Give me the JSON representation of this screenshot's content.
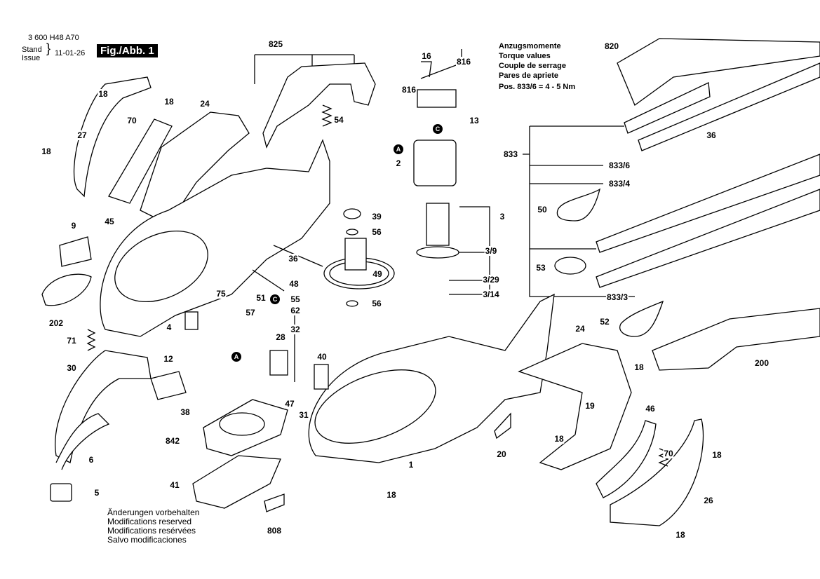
{
  "header": {
    "part_number": "3 600 H48 A70",
    "stand_label": "Stand",
    "issue_label": "Issue",
    "date": "11-01-26",
    "figure_label": "Fig./Abb. 1"
  },
  "torque_note": {
    "lines": [
      "Anzugsmomente",
      "Torque values",
      "Couple de serrage",
      "Pares de apriete"
    ],
    "spec": "Pos. 833/6 = 4 - 5 Nm"
  },
  "footer_note": {
    "lines": [
      "Änderungen vorbehalten",
      "Modifications reserved",
      "Modifications resérvées",
      "Salvo modificaciones"
    ]
  },
  "markers": [
    "A",
    "C",
    "C",
    "A"
  ],
  "callouts": [
    "825",
    "16",
    "816",
    "816",
    "13",
    "2",
    "820",
    "36",
    "833",
    "833/6",
    "833/4",
    "50",
    "3",
    "3/9",
    "3/29",
    "3/14",
    "53",
    "833/3",
    "39",
    "56",
    "49",
    "56",
    "52",
    "200",
    "18",
    "27",
    "70",
    "18",
    "24",
    "54",
    "18",
    "45",
    "9",
    "36",
    "48",
    "55",
    "62",
    "75",
    "51",
    "202",
    "57",
    "4",
    "32",
    "71",
    "28",
    "40",
    "12",
    "30",
    "24",
    "18",
    "19",
    "38",
    "47",
    "31",
    "46",
    "842",
    "18",
    "20",
    "18",
    "70",
    "6",
    "1",
    "41",
    "5",
    "18",
    "26",
    "808",
    "18"
  ]
}
